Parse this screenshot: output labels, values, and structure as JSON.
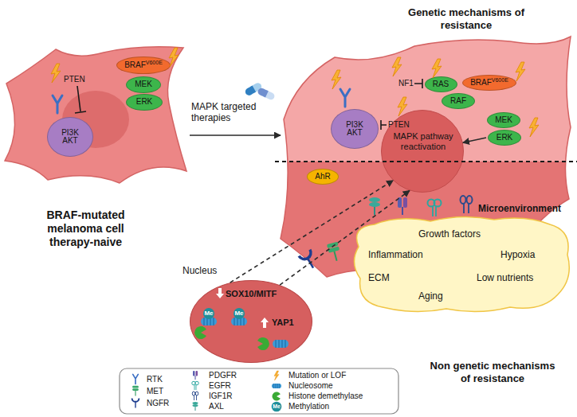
{
  "diagram": {
    "nodes": [
      {
        "text": [
          "BRAF-mutated melanoma cell therapy-naive"
        ]
      },
      {
        "text": [
          "PI3K",
          "AKT"
        ],
        "in": 0
      },
      {
        "text": [
          "BRAF",
          "V600E"
        ],
        "in": 0
      },
      {
        "text": [
          "MEK"
        ],
        "in": 0
      },
      {
        "text": [
          "ERK"
        ],
        "in": 0
      },
      {
        "text": [
          "Genetic mechanisms of resistance"
        ]
      },
      {
        "text": [
          "PI3K",
          "AKT"
        ],
        "in": 5
      },
      {
        "text": [
          "RAS"
        ],
        "in": 5
      },
      {
        "text": [
          "RAF"
        ],
        "in": 5
      },
      {
        "text": [
          "BRAF",
          "V600E"
        ],
        "in": 5
      },
      {
        "text": [
          "MEK"
        ],
        "in": 5
      },
      {
        "text": [
          "ERK"
        ],
        "in": 5
      },
      {
        "text": [
          "MAPK pathway reactivation"
        ],
        "in": 5
      },
      {
        "text": [
          "AhR"
        ],
        "in": 5
      },
      {
        "text": [
          "Nucleus",
          "SOX10/MITF",
          "YAP1"
        ]
      },
      {
        "text": [
          "Microenvironment",
          "Growth factors",
          "Inflammation",
          "Hypoxia",
          "ECM",
          "Low nutrients",
          "Aging"
        ]
      }
    ],
    "edges": [
      {
        "from": 0,
        "to": 5,
        "label": "MAPK targeted therapies",
        "arrow": "to"
      },
      {
        "from": 11,
        "to": 12,
        "arrow": "to"
      },
      {
        "from": 14,
        "to": 12,
        "arrow": "to"
      }
    ],
    "labels": [
      "PTEN",
      "PTEN",
      "NF1",
      "Me",
      "Me",
      "Me",
      "Non genetic mechanisms of resistance"
    ],
    "legend": [
      {
        "text": "RTK"
      },
      {
        "text": "PDGFR"
      },
      {
        "text": "Mutation or LOF"
      },
      {
        "text": "MET"
      },
      {
        "text": "EGFR"
      },
      {
        "text": "Nucleosome"
      },
      {
        "text": "NGFR"
      },
      {
        "text": "IGF1R"
      },
      {
        "text": "Histone demethylase"
      },
      {
        "text": "AXL"
      },
      {
        "text": "Methylation"
      }
    ]
  }
}
